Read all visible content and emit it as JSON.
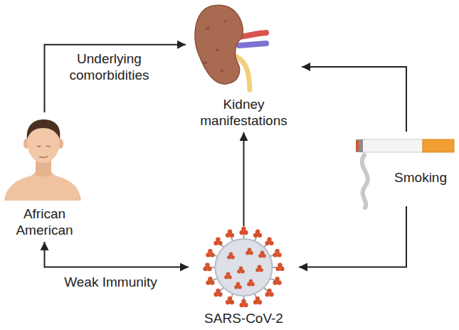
{
  "diagram": {
    "nodes": [
      {
        "text": [
          "Kidney manifestations"
        ]
      },
      {
        "text": [
          "African American"
        ]
      },
      {
        "text": [
          "Smoking"
        ]
      },
      {
        "text": [
          "SARS-CoV-2"
        ]
      }
    ],
    "edges": [
      {
        "from": 1,
        "to": 0,
        "arrow": "to",
        "label": "Underlying comorbidities"
      },
      {
        "from": 3,
        "to": 0,
        "arrow": "to"
      },
      {
        "from": 2,
        "to": 0,
        "arrow": "to"
      },
      {
        "from": 2,
        "to": 3,
        "arrow": "to"
      },
      {
        "from": 3,
        "to": 1,
        "arrow": "both",
        "label": "Weak Immunity"
      }
    ]
  }
}
